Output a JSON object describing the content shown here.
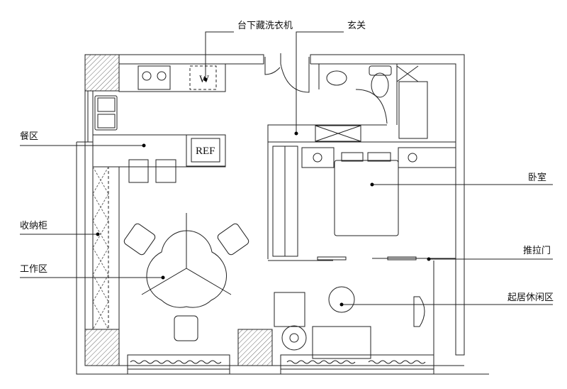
{
  "labels": {
    "washer": "台下藏洗衣机",
    "entry": "玄关",
    "dining": "餐区",
    "bedroom": "卧室",
    "storage": "收纳柜",
    "sliding_door": "推拉门",
    "work": "工作区",
    "living": "起居休闲区"
  },
  "fixtures": {
    "fridge": "REF",
    "washer_mark": "W"
  }
}
